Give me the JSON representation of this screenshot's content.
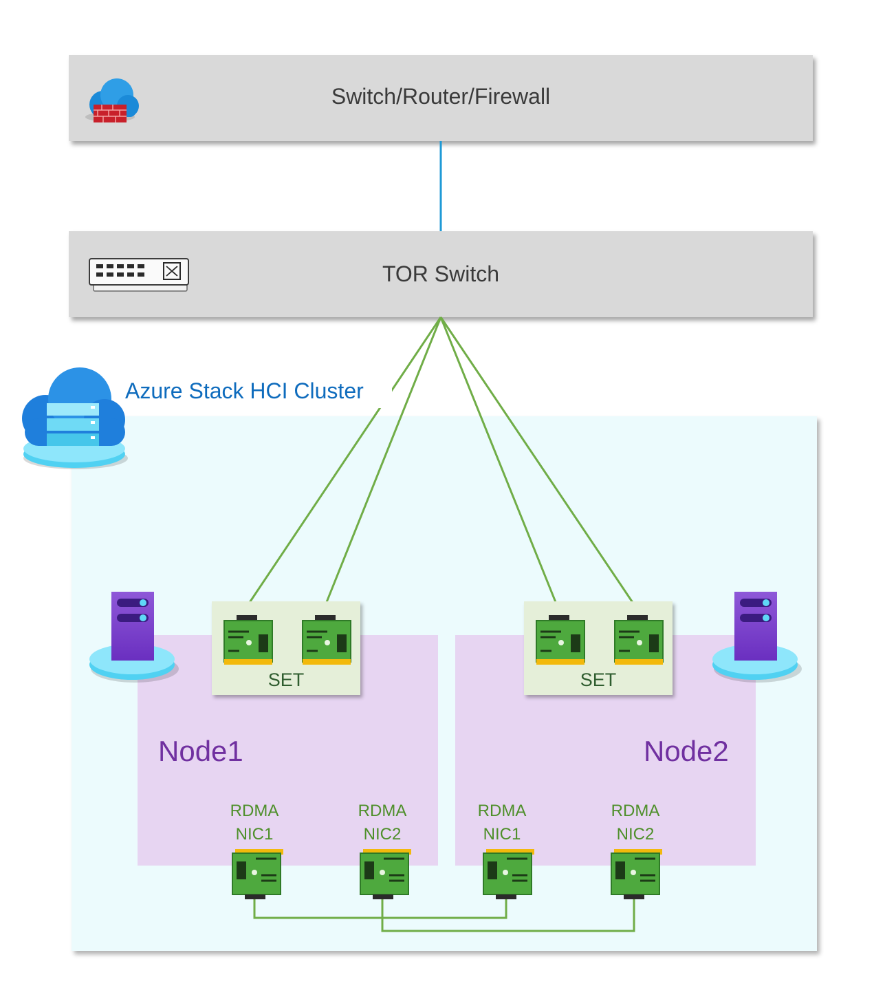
{
  "top_device": {
    "label": "Switch/Router/Firewall",
    "icon": "cloud-firewall-icon"
  },
  "tor_switch": {
    "label": "TOR Switch",
    "icon": "network-switch-icon"
  },
  "cluster": {
    "label": "Azure Stack HCI Cluster",
    "icon": "cloud-server-icon"
  },
  "nodes": [
    {
      "label": "Node1",
      "icon": "server-icon",
      "set_label": "SET",
      "rdma": [
        {
          "line1": "RDMA",
          "line2": "NIC1"
        },
        {
          "line1": "RDMA",
          "line2": "NIC2"
        }
      ]
    },
    {
      "label": "Node2",
      "icon": "server-icon",
      "set_label": "SET",
      "rdma": [
        {
          "line1": "RDMA",
          "line2": "NIC1"
        },
        {
          "line1": "RDMA",
          "line2": "NIC2"
        }
      ]
    }
  ],
  "colors": {
    "uplink": "#1f9ad6",
    "nic_links": "#70ad47",
    "node_label": "#7030a0",
    "cluster_label": "#0f6cbd",
    "rdma_label": "#4e8f2a"
  }
}
